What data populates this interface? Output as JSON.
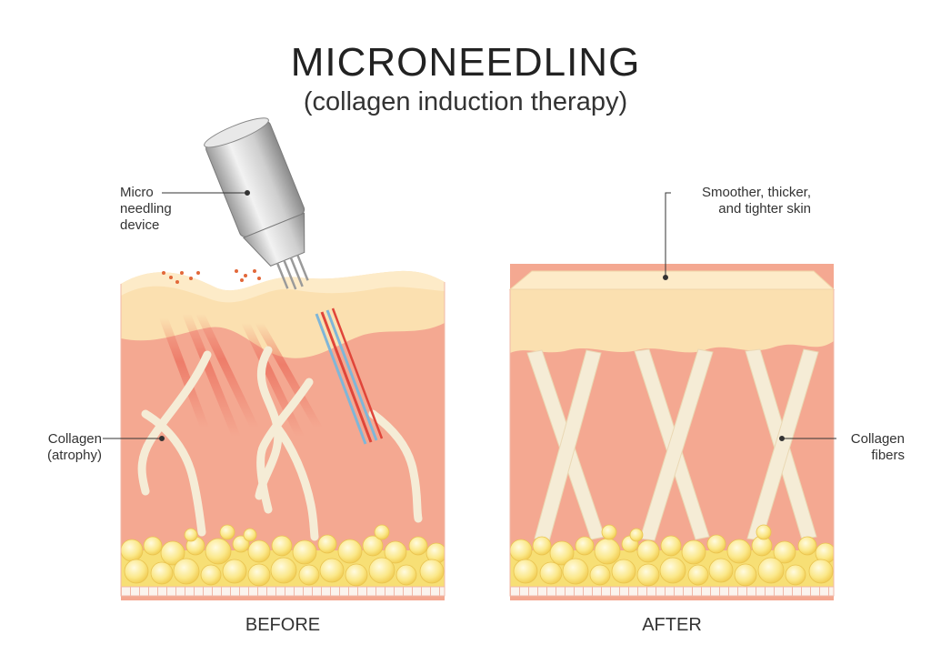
{
  "header": {
    "title": "MICRONEEDLING",
    "subtitle": "(collagen induction therapy)"
  },
  "labels": {
    "device": [
      "Micro",
      "needling",
      "device"
    ],
    "collagen_atrophy": [
      "Collagen",
      "(atrophy)"
    ],
    "smoother_skin": [
      "Smoother, thicker,",
      "and tighter skin"
    ],
    "collagen_fibers": [
      "Collagen",
      "fibers"
    ]
  },
  "panels": {
    "before_caption": "BEFORE",
    "after_caption": "AFTER"
  },
  "colors": {
    "epidermis": "#fbe0b0",
    "dermis": "#f4a891",
    "fat": "#fbe88a",
    "collagen": "#f5ecd6",
    "device": "#d9d9d9",
    "needle_trace": "#e0453a"
  }
}
